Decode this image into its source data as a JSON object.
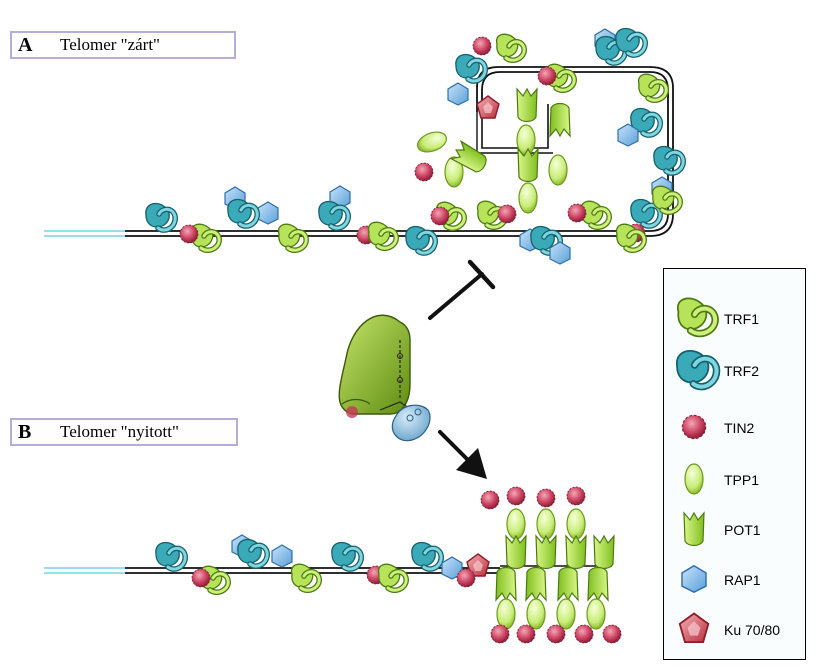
{
  "panels": {
    "a": {
      "letter": "A",
      "title": "Telomer \"zárt\""
    },
    "b": {
      "letter": "B",
      "title": "Telomer \"nyitott\""
    }
  },
  "legend": [
    {
      "label": "TRF1",
      "icon": "trf1-icon"
    },
    {
      "label": "TRF2",
      "icon": "trf2-icon"
    },
    {
      "label": "TIN2",
      "icon": "tin2-icon"
    },
    {
      "label": "TPP1",
      "icon": "tpp1-icon"
    },
    {
      "label": "POT1",
      "icon": "pot1-icon"
    },
    {
      "label": "RAP1",
      "icon": "rap1-icon"
    },
    {
      "label": "Ku 70/80",
      "icon": "ku70-80-icon"
    }
  ],
  "colors": {
    "trf1": "#b7e35a",
    "trf2": "#3aa9b8",
    "tin2": "#c43a55",
    "tpp1": "#d2f08c",
    "pot1": "#a6dc3a",
    "rap1": "#7ab6e6",
    "ku": "#d8505a",
    "dna_end": "#7cd0ea",
    "enzyme": "#86b51e"
  }
}
